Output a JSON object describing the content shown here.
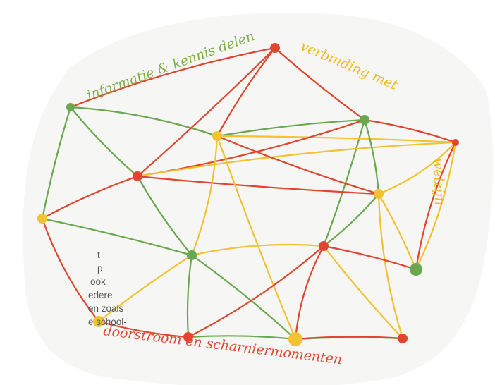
{
  "colors": {
    "red": "#e2452f",
    "green": "#6aa84f",
    "yellow": "#f2c230",
    "label_green": "#7fae45",
    "label_yellow": "#f2b81e",
    "label_red": "#e2452f",
    "background": "#f6f6f4",
    "text": "#555555"
  },
  "labels": {
    "top_left": "informatie & kennis delen",
    "top_right": "verbinding met",
    "right": "welzijn",
    "bottom": "doorstroom en scharniermomenten"
  },
  "partial_text_lines": [
    "t",
    "p.",
    "ook",
    "edere",
    "en zoals",
    "e school-"
  ],
  "nodes": [
    {
      "id": "n1",
      "color": "green"
    },
    {
      "id": "n2",
      "color": "red"
    },
    {
      "id": "n3",
      "color": "yellow"
    },
    {
      "id": "n4",
      "color": "green"
    },
    {
      "id": "n5",
      "color": "red"
    },
    {
      "id": "n6",
      "color": "red"
    },
    {
      "id": "n7",
      "color": "yellow"
    },
    {
      "id": "n8",
      "color": "yellow"
    },
    {
      "id": "n9",
      "color": "green"
    },
    {
      "id": "n10",
      "color": "red"
    },
    {
      "id": "n11",
      "color": "green"
    },
    {
      "id": "n12",
      "color": "yellow"
    },
    {
      "id": "n13",
      "color": "red"
    },
    {
      "id": "n14",
      "color": "yellow"
    },
    {
      "id": "n15",
      "color": "red"
    }
  ],
  "edges": [
    {
      "from": "n1",
      "to": "n2",
      "color": "red"
    },
    {
      "from": "n2",
      "to": "n4",
      "color": "red"
    },
    {
      "from": "n2",
      "to": "n3",
      "color": "red"
    },
    {
      "from": "n4",
      "to": "n5",
      "color": "red"
    },
    {
      "from": "n4",
      "to": "n10",
      "color": "green"
    },
    {
      "from": "n5",
      "to": "n11",
      "color": "red"
    },
    {
      "from": "n1",
      "to": "n3",
      "color": "green"
    },
    {
      "from": "n1",
      "to": "n7",
      "color": "green"
    },
    {
      "from": "n1",
      "to": "n6",
      "color": "green"
    },
    {
      "from": "n3",
      "to": "n4",
      "color": "green"
    },
    {
      "from": "n3",
      "to": "n5",
      "color": "yellow"
    },
    {
      "from": "n6",
      "to": "n4",
      "color": "red"
    },
    {
      "from": "n6",
      "to": "n5",
      "color": "yellow"
    },
    {
      "from": "n6",
      "to": "n8",
      "color": "red"
    },
    {
      "from": "n6",
      "to": "n9",
      "color": "green"
    },
    {
      "from": "n7",
      "to": "n6",
      "color": "red"
    },
    {
      "from": "n7",
      "to": "n9",
      "color": "green"
    },
    {
      "from": "n7",
      "to": "n12",
      "color": "red"
    },
    {
      "from": "n3",
      "to": "n9",
      "color": "yellow"
    },
    {
      "from": "n3",
      "to": "n14",
      "color": "yellow"
    },
    {
      "from": "n8",
      "to": "n4",
      "color": "green"
    },
    {
      "from": "n8",
      "to": "n10",
      "color": "green"
    },
    {
      "from": "n8",
      "to": "n11",
      "color": "yellow"
    },
    {
      "from": "n8",
      "to": "n15",
      "color": "yellow"
    },
    {
      "from": "n9",
      "to": "n10",
      "color": "yellow"
    },
    {
      "from": "n9",
      "to": "n12",
      "color": "yellow"
    },
    {
      "from": "n9",
      "to": "n13",
      "color": "green"
    },
    {
      "from": "n9",
      "to": "n14",
      "color": "green"
    },
    {
      "from": "n10",
      "to": "n11",
      "color": "red"
    },
    {
      "from": "n10",
      "to": "n14",
      "color": "red"
    },
    {
      "from": "n10",
      "to": "n13",
      "color": "red"
    },
    {
      "from": "n10",
      "to": "n15",
      "color": "yellow"
    },
    {
      "from": "n12",
      "to": "n13",
      "color": "red"
    },
    {
      "from": "n13",
      "to": "n14",
      "color": "green"
    },
    {
      "from": "n14",
      "to": "n15",
      "color": "green"
    },
    {
      "from": "n11",
      "to": "n5",
      "color": "yellow"
    },
    {
      "from": "n5",
      "to": "n8",
      "color": "yellow"
    },
    {
      "from": "n6",
      "to": "n2",
      "color": "red"
    },
    {
      "from": "n3",
      "to": "n8",
      "color": "red"
    },
    {
      "from": "n14",
      "to": "n15",
      "color": "red"
    }
  ]
}
